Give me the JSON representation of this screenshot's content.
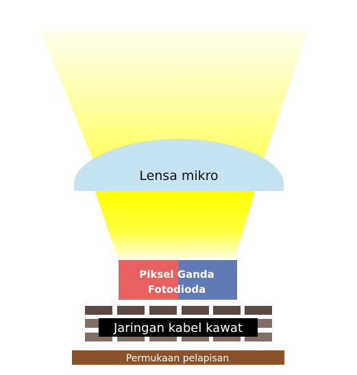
{
  "labels": {
    "lens": "Lensa mikro",
    "pixel_line1": "Piksel Ganda",
    "pixel_line2": "Fotodioda",
    "wiring": "Jaringan kabel kawat",
    "surface": "Permukaan pelapisan"
  },
  "colors": {
    "light_bright": "#ffff00",
    "light_pale": "#ffffee",
    "lens": "#c5e3f0",
    "photodiode_left": "#e86060",
    "photodiode_right": "#607ab5",
    "wire_block_dark": "#5e4a42",
    "wire_block_light": "#7f6f68",
    "wiring_label_bg": "#000000",
    "surface": "#8b5229"
  }
}
